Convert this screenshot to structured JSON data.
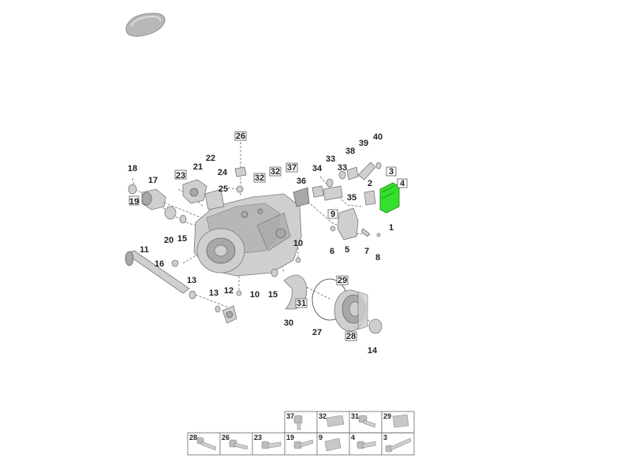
{
  "thumbnail": {
    "icon": "part-thumbnail-icon"
  },
  "highlight_color": "#35e02c",
  "callouts": [
    {
      "id": "c18",
      "text": "18",
      "boxed": false
    },
    {
      "id": "c17",
      "text": "17",
      "boxed": false
    },
    {
      "id": "c19",
      "text": "19",
      "boxed": true
    },
    {
      "id": "c23",
      "text": "23",
      "boxed": true
    },
    {
      "id": "c21",
      "text": "21",
      "boxed": false
    },
    {
      "id": "c22",
      "text": "22",
      "boxed": false
    },
    {
      "id": "c26",
      "text": "26",
      "boxed": true
    },
    {
      "id": "c24",
      "text": "24",
      "boxed": false
    },
    {
      "id": "c25",
      "text": "25",
      "boxed": false
    },
    {
      "id": "c32a",
      "text": "32",
      "boxed": true
    },
    {
      "id": "c32b",
      "text": "32",
      "boxed": true
    },
    {
      "id": "c37",
      "text": "37",
      "boxed": true
    },
    {
      "id": "c36",
      "text": "36",
      "boxed": false
    },
    {
      "id": "c34",
      "text": "34",
      "boxed": false
    },
    {
      "id": "c33a",
      "text": "33",
      "boxed": false
    },
    {
      "id": "c33b",
      "text": "33",
      "boxed": false
    },
    {
      "id": "c38",
      "text": "38",
      "boxed": false
    },
    {
      "id": "c39",
      "text": "39",
      "boxed": false
    },
    {
      "id": "c40",
      "text": "40",
      "boxed": false
    },
    {
      "id": "c35",
      "text": "35",
      "boxed": false
    },
    {
      "id": "c3",
      "text": "3",
      "boxed": true
    },
    {
      "id": "c4",
      "text": "4",
      "boxed": true
    },
    {
      "id": "c2",
      "text": "2",
      "boxed": false
    },
    {
      "id": "c9",
      "text": "9",
      "boxed": true
    },
    {
      "id": "c1",
      "text": "1",
      "boxed": false
    },
    {
      "id": "c20",
      "text": "20",
      "boxed": false
    },
    {
      "id": "c15a",
      "text": "15",
      "boxed": false
    },
    {
      "id": "c10a",
      "text": "10",
      "boxed": false
    },
    {
      "id": "c6",
      "text": "6",
      "boxed": false
    },
    {
      "id": "c5",
      "text": "5",
      "boxed": false
    },
    {
      "id": "c7",
      "text": "7",
      "boxed": false
    },
    {
      "id": "c8",
      "text": "8",
      "boxed": false
    },
    {
      "id": "c11",
      "text": "11",
      "boxed": false
    },
    {
      "id": "c16",
      "text": "16",
      "boxed": false
    },
    {
      "id": "c13a",
      "text": "13",
      "boxed": false
    },
    {
      "id": "c13b",
      "text": "13",
      "boxed": false
    },
    {
      "id": "c12",
      "text": "12",
      "boxed": false
    },
    {
      "id": "c10b",
      "text": "10",
      "boxed": false
    },
    {
      "id": "c15b",
      "text": "15",
      "boxed": false
    },
    {
      "id": "c29",
      "text": "29",
      "boxed": true
    },
    {
      "id": "c31",
      "text": "31",
      "boxed": true
    },
    {
      "id": "c30",
      "text": "30",
      "boxed": false
    },
    {
      "id": "c27",
      "text": "27",
      "boxed": false
    },
    {
      "id": "c28a",
      "text": "28",
      "boxed": true
    },
    {
      "id": "c14",
      "text": "14",
      "boxed": false
    }
  ],
  "fastener_legend": {
    "top_row": [
      {
        "number": "37",
        "icon": "bolt-icon"
      },
      {
        "number": "32",
        "icon": "sleeve-icon"
      },
      {
        "number": "31",
        "icon": "bolt-icon"
      },
      {
        "number": "29",
        "icon": "sleeve-icon"
      }
    ],
    "bottom_row": [
      {
        "number": "28",
        "icon": "bolt-icon"
      },
      {
        "number": "26",
        "icon": "bolt-icon"
      },
      {
        "number": "23",
        "icon": "bolt-icon"
      },
      {
        "number": "19",
        "icon": "bolt-icon"
      },
      {
        "number": "9",
        "icon": "sleeve-icon"
      },
      {
        "number": "4",
        "icon": "bolt-icon"
      },
      {
        "number": "3",
        "icon": "bolt-icon"
      }
    ]
  }
}
